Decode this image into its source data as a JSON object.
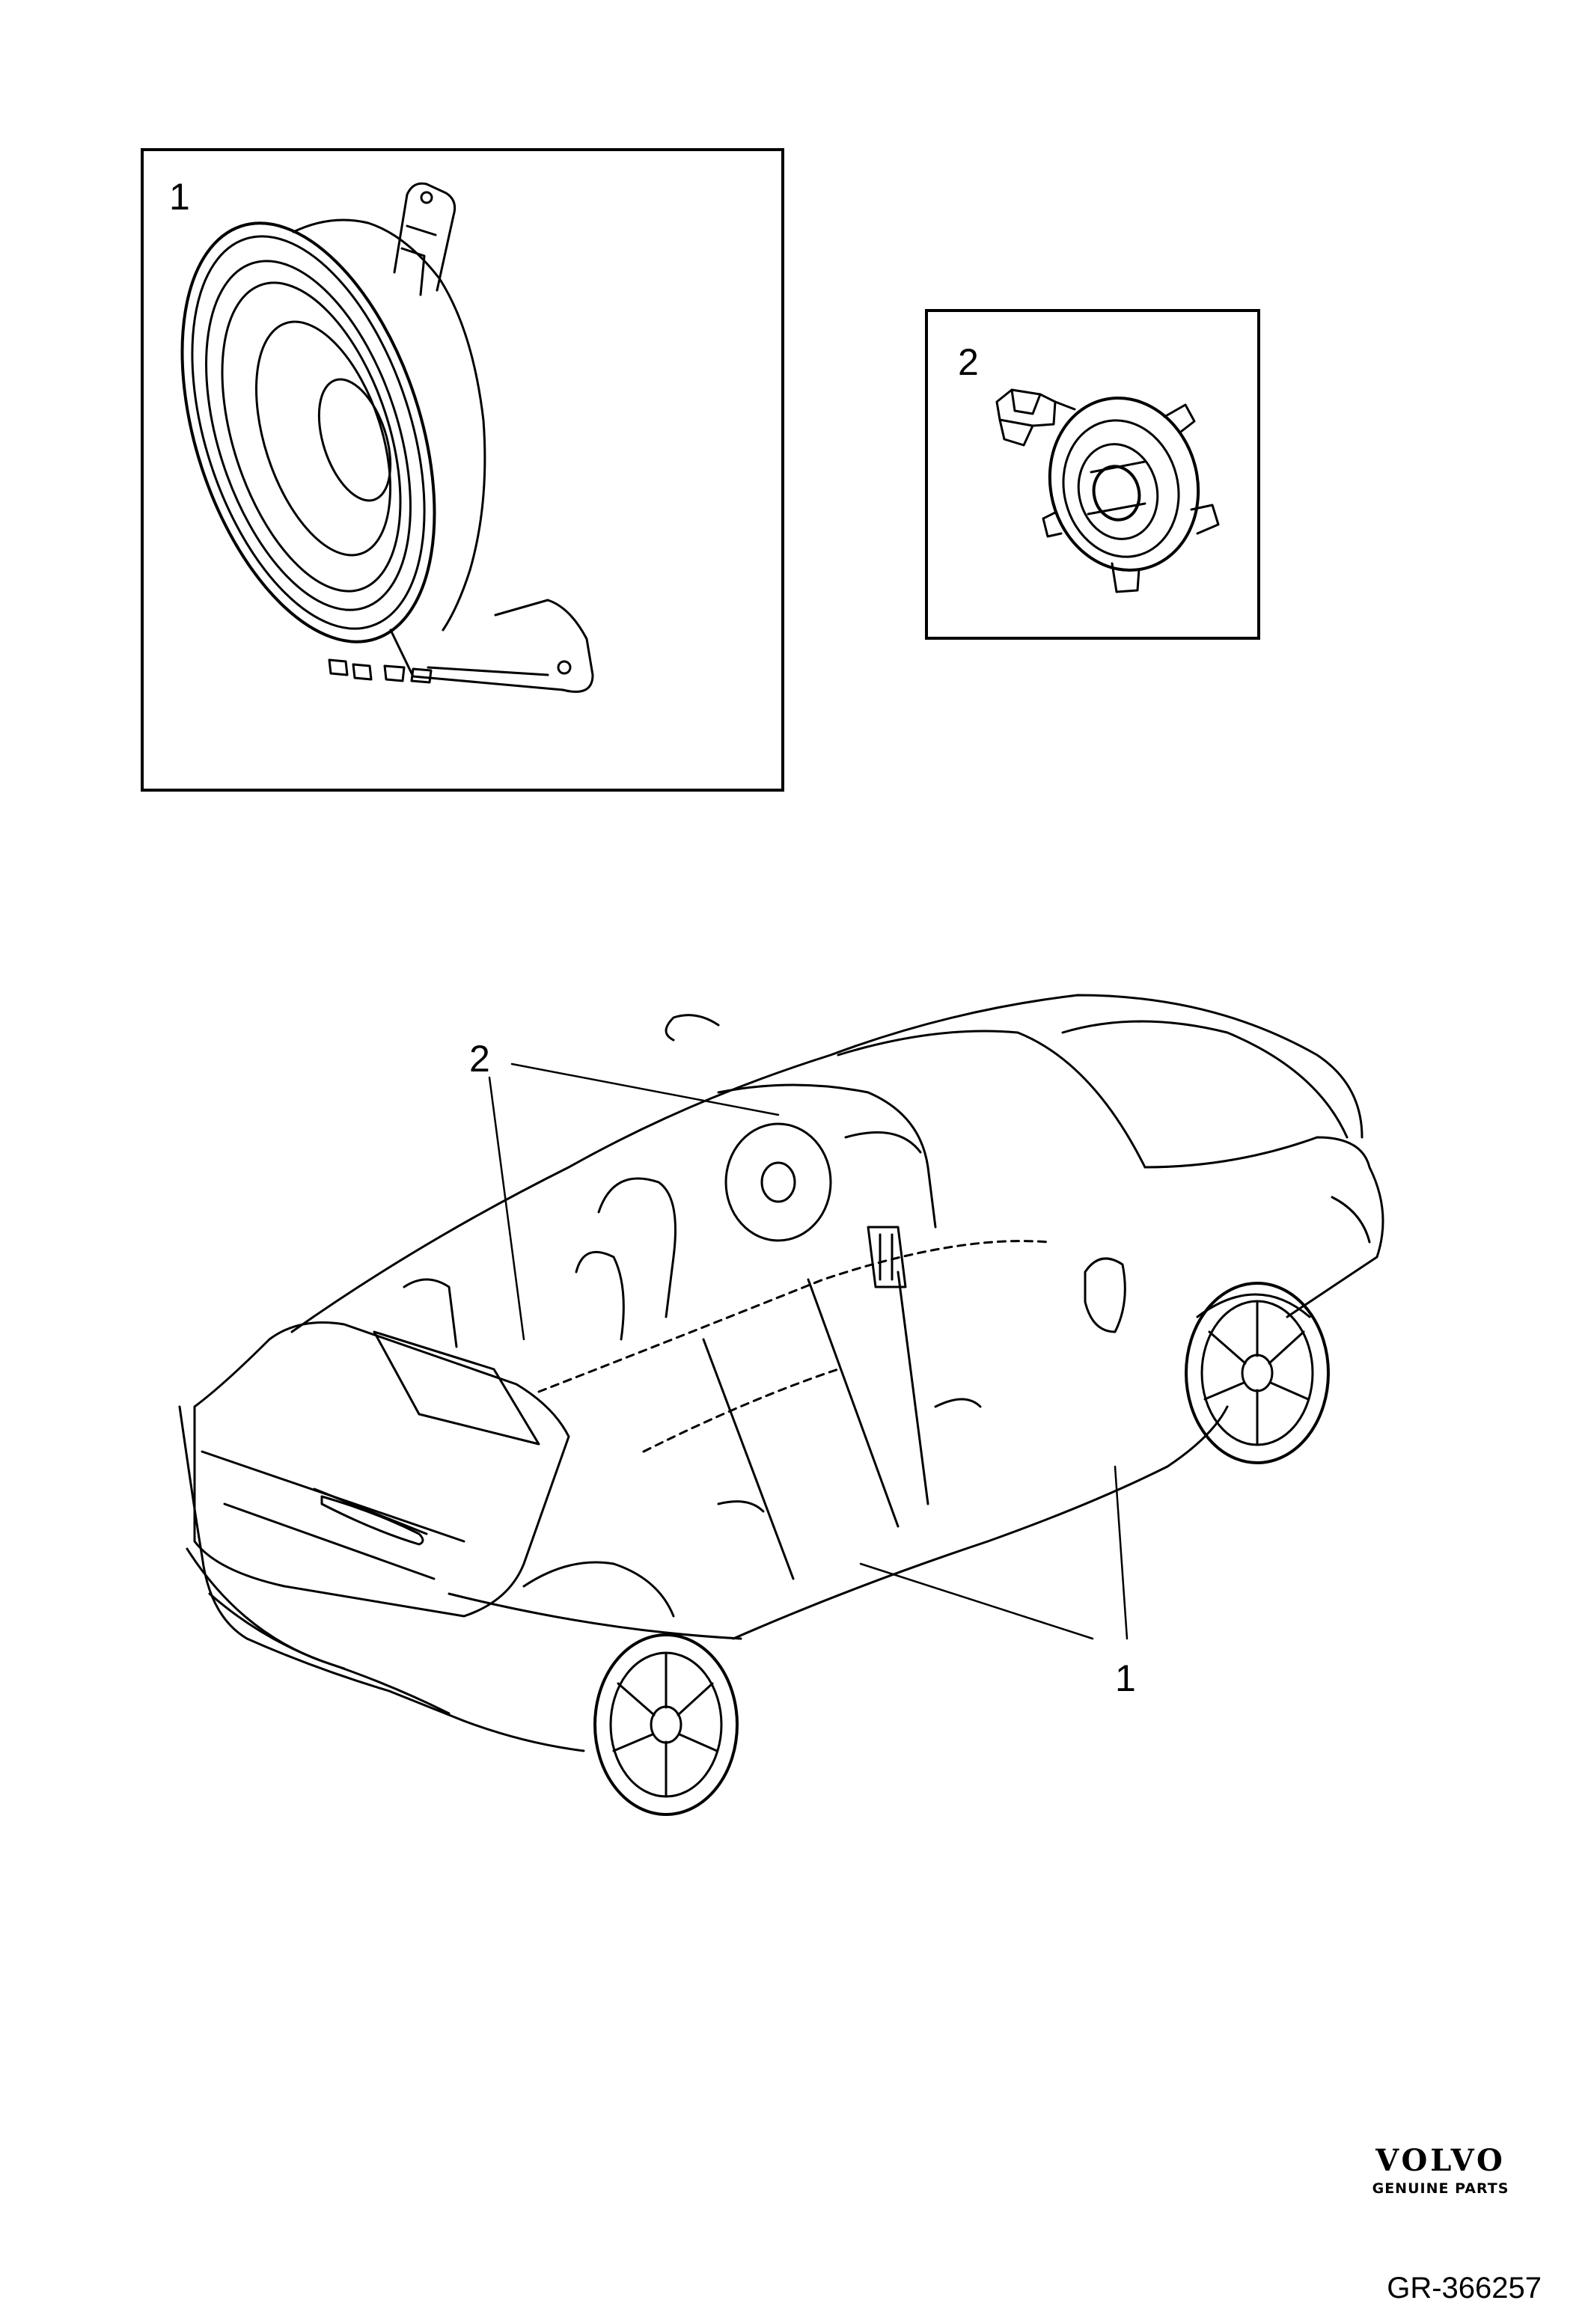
{
  "parts": [
    {
      "number": "1",
      "part": "speaker"
    },
    {
      "number": "2",
      "part": "tweeter"
    }
  ],
  "callouts": {
    "one": "1",
    "two": "2"
  },
  "branding": {
    "name": "VOLVO",
    "tagline": "GENUINE PARTS"
  },
  "reference_code": "GR-366257",
  "icons": {
    "part_1": "speaker-icon",
    "part_2": "tweeter-icon",
    "overview": "car-cutaway-illustration",
    "logo": "volvo-logo"
  }
}
